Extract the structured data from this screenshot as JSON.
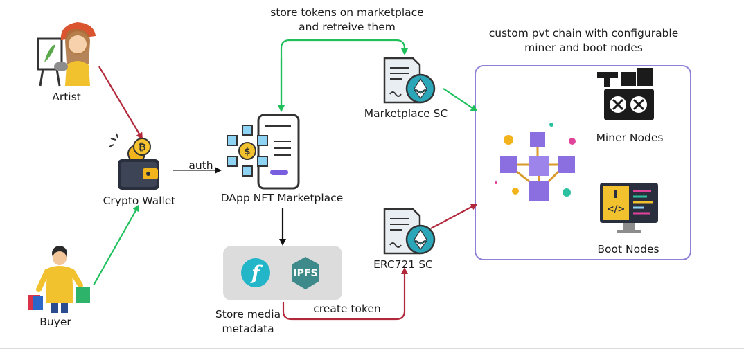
{
  "nodes": {
    "artist": {
      "label": "Artist"
    },
    "crypto_wallet": {
      "label": "Crypto Wallet"
    },
    "buyer": {
      "label": "Buyer"
    },
    "dapp": {
      "label": "DApp NFT Marketplace"
    },
    "marketplace_sc": {
      "label": "Marketplace SC"
    },
    "erc721_sc": {
      "label": "ERC721 SC"
    },
    "storage": {
      "label_line1": "Store media",
      "label_line2": "metadata",
      "ipfs_text": "IPFS"
    },
    "chain": {
      "title_line1": "custom pvt chain with configurable",
      "title_line2": "miner and boot nodes"
    },
    "miner_nodes": {
      "label": "Miner Nodes"
    },
    "boot_nodes": {
      "label": "Boot Nodes"
    }
  },
  "edges": {
    "auth": {
      "label": "auth"
    },
    "store_tokens": {
      "label_line1": "store tokens on marketplace",
      "label_line2": "and retreive them"
    },
    "create_token": {
      "label": "create token"
    }
  },
  "colors": {
    "red_arrow": "#b1283a",
    "green_arrow": "#1fbf5c",
    "black_arrow": "#111111",
    "chain_border": "#8f7fd6",
    "storage_box": "#dcdcdc",
    "cube": "#8b6fe0",
    "eth": "#2aa6b8"
  }
}
